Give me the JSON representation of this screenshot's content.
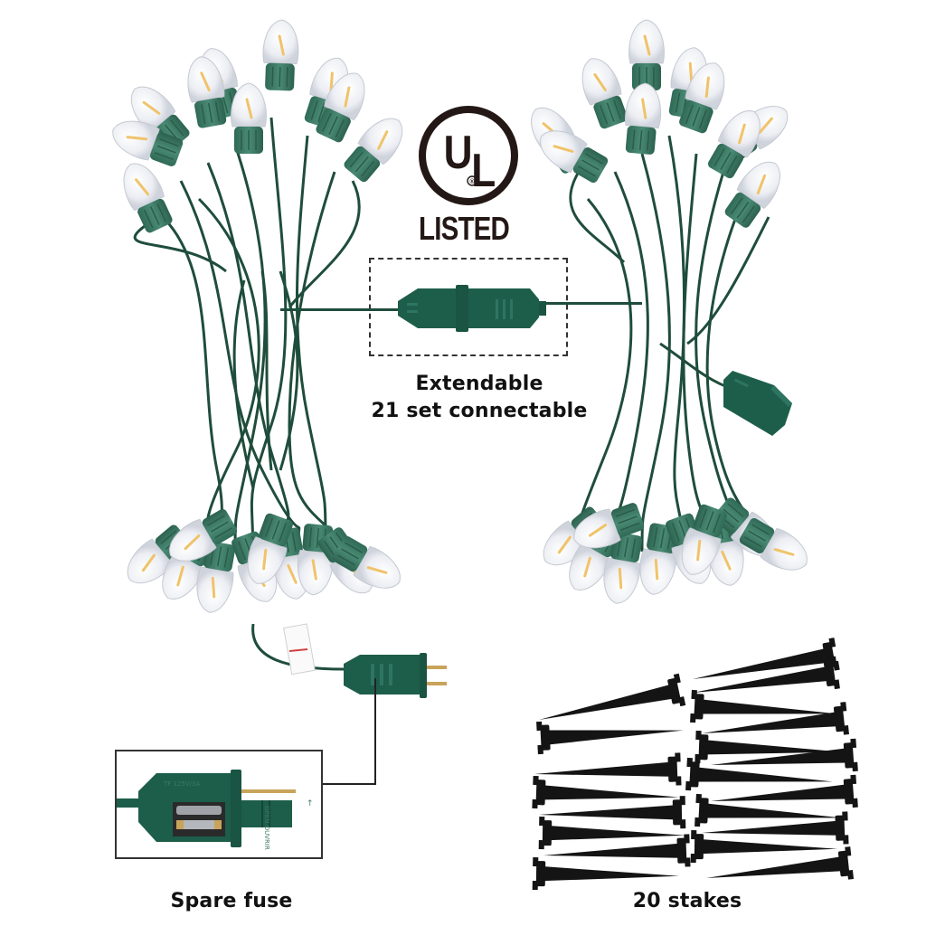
{
  "product": {
    "description": "C7 LED filament string lights, green wire, with accessories",
    "colors": {
      "wire": "#1f4d3c",
      "socket": "#3e7a66",
      "plug": "#1d5e4a",
      "bulb_glass": "#eef0f4",
      "filament": "#f0c36a",
      "stakes": "#141414",
      "text": "#111111"
    }
  },
  "certification": {
    "logo_text": "UL",
    "registered_mark": "®",
    "label": "LISTED"
  },
  "callouts": {
    "connector": {
      "line1": "Extendable",
      "line2": "21 set connectable"
    },
    "fuse": {
      "label": "Spare fuse",
      "plug_text": "OPEN OUVRIR"
    },
    "stakes": {
      "label": "20 stakes"
    }
  },
  "icons": {
    "ul-logo": "circle with UL letters",
    "open-arrow": "↑"
  }
}
